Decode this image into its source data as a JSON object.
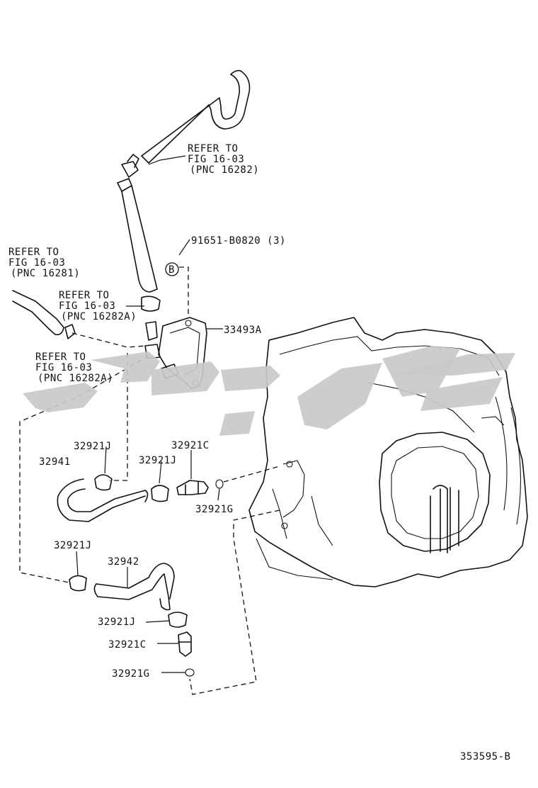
{
  "labels": {
    "refer_top": [
      "REFER TO",
      "FIG 16-03",
      "(PNC 16282)"
    ],
    "refer_left": [
      "REFER TO",
      "FIG 16-03",
      "(PNC 16281)"
    ],
    "refer_mid": [
      "REFER TO",
      "FIG 16-03",
      "(PNC 16282A)"
    ],
    "refer_low": [
      "REFER TO",
      "FIG 16-03",
      "(PNC 16282A)"
    ],
    "bolt": "91651-B0820 (3)",
    "ref_circle": "B",
    "cover": "33493A",
    "j1": "32921J",
    "j2": "32921J",
    "j3": "32921J",
    "j4": "32921J",
    "c1": "32921C",
    "c2": "32921C",
    "g1": "32921G",
    "g2": "32921G",
    "hose1": "32941",
    "hose2": "32942",
    "diagram_id": "353595-B"
  },
  "colors": {
    "line": "#111111",
    "watermark": "#c9c9c9",
    "background": "#ffffff"
  }
}
